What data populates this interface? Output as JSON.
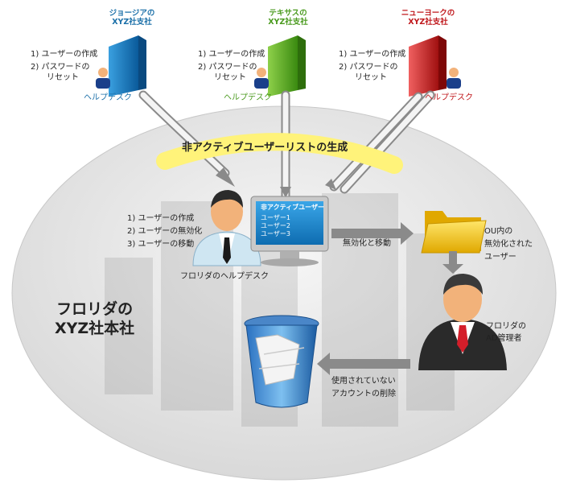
{
  "branches": [
    {
      "title_line1": "ジョージアの",
      "title_line2": "XYZ社支社",
      "task1": "1) ユーザーの作成",
      "task2": "2) パスワードの",
      "task2b": "リセット",
      "helpdesk": "ヘルプデスク",
      "color": "#1a6fa8"
    },
    {
      "title_line1": "テキサスの",
      "title_line2": "XYZ社支社",
      "task1": "1) ユーザーの作成",
      "task2": "2) パスワードの",
      "task2b": "リセット",
      "helpdesk": "ヘルプデスク",
      "color": "#4a9a1e"
    },
    {
      "title_line1": "ニューヨークの",
      "title_line2": "XYZ社支社",
      "task1": "1) ユーザーの作成",
      "task2": "2) パスワードの",
      "task2b": "リセット",
      "helpdesk": "ヘルプデスク",
      "color": "#c0181c"
    }
  ],
  "banner": "非アクティブユーザーリストの生成",
  "florida_tasks": [
    "1) ユーザーの作成",
    "2) ユーザーの無効化",
    "3) ユーザーの移動"
  ],
  "florida_helpdesk": "フロリダのヘルプデスク",
  "monitor": {
    "title": "非アクティブユーザー",
    "users": [
      "ユーザー1",
      "ユーザー2",
      "ユーザー3"
    ]
  },
  "disable_move": "無効化と移動",
  "ou_label": [
    "OU内の",
    "無効化された",
    "ユーザー"
  ],
  "ad_admin": [
    "フロリダの",
    "AD管理者"
  ],
  "delete_label": [
    "使用されていない",
    "アカウントの削除"
  ],
  "hq": [
    "フロリダの",
    "XYZ社本社"
  ],
  "colors": {
    "globe": "#e9e9e9",
    "banner": "#fff37a",
    "monitor_screen": "#1e86c8",
    "folder": "#f5c400"
  }
}
